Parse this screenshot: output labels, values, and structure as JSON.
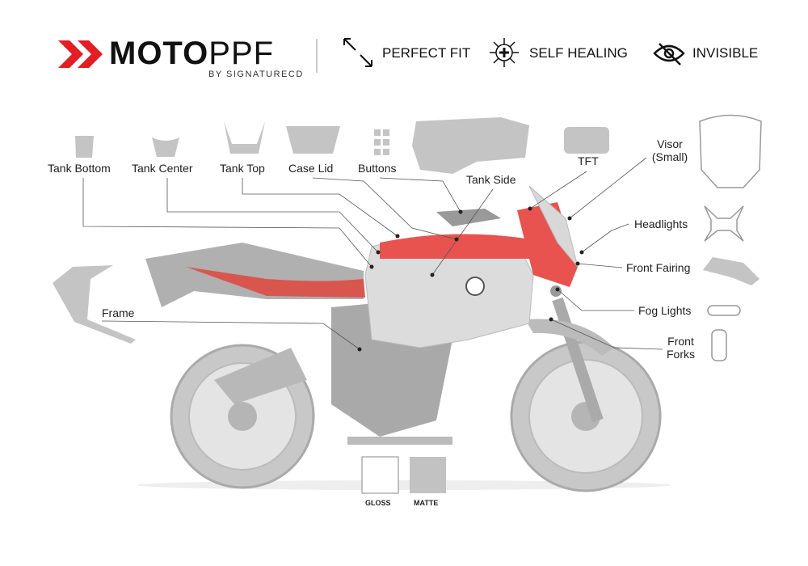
{
  "brand": {
    "name_bold": "MOTO",
    "name_light": "PPF",
    "byline": "BY SIGNATURECD",
    "accent": "#e31e24"
  },
  "features": [
    {
      "label": "PERFECT FIT",
      "icon": "expand-arrows-icon"
    },
    {
      "label": "SELF HEALING",
      "icon": "self-healing-icon"
    },
    {
      "label": "INVISIBLE",
      "icon": "eye-slash-icon"
    }
  ],
  "parts": {
    "tank_bottom": "Tank Bottom",
    "tank_center": "Tank Center",
    "tank_top": "Tank Top",
    "case_lid": "Case Lid",
    "buttons": "Buttons",
    "tank_side": "Tank Side",
    "tft": "TFT",
    "visor_1": "Visor",
    "visor_2": "(Small)",
    "headlights": "Headlights",
    "front_fairing": "Front Fairing",
    "fog_lights": "Fog Lights",
    "front_forks_1": "Front",
    "front_forks_2": "Forks",
    "frame": "Frame"
  },
  "finishes": [
    {
      "label": "GLOSS",
      "color": "#ffffff"
    },
    {
      "label": "MATTE",
      "color": "#c2c2c2"
    }
  ],
  "colors": {
    "part_gray": "#bdbdbd",
    "highlight_red": "#e8534f"
  }
}
